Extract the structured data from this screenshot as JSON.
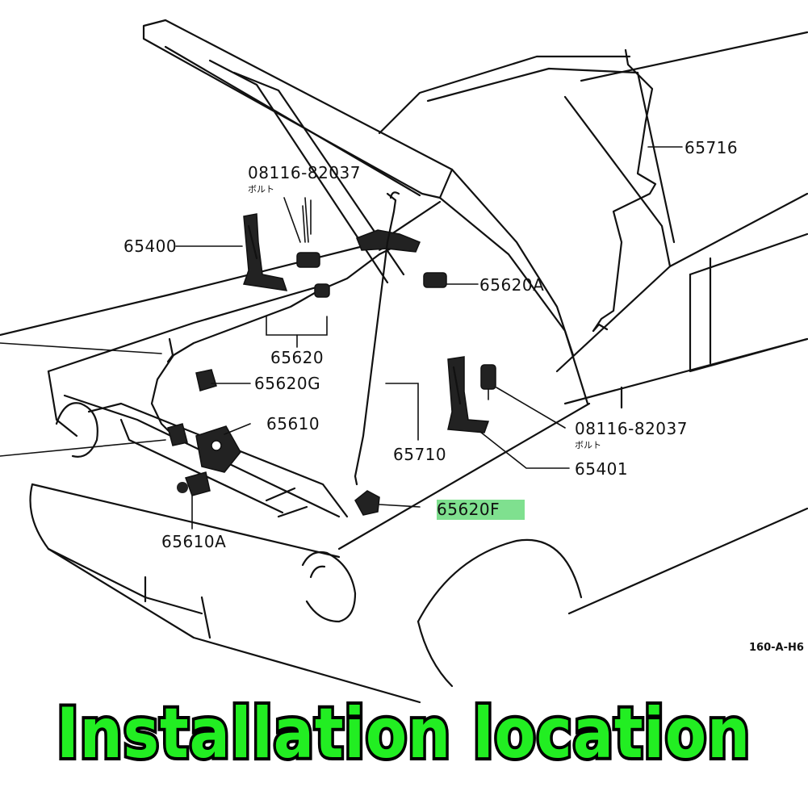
{
  "labels": {
    "part_65716": "65716",
    "bolt_top": "08116-82037",
    "bolt_top_jp": "ボルト",
    "part_65400": "65400",
    "part_65620A": "65620A",
    "part_65620": "65620",
    "part_65620G": "65620G",
    "part_65610": "65610",
    "part_65710": "65710",
    "bolt_right": "08116-82037",
    "bolt_right_jp": "ボルト",
    "part_65401": "65401",
    "part_65620F": "65620F",
    "part_65610A": "65610A",
    "diagram_code": "160-A-H6"
  },
  "caption": "Installation location",
  "colors": {
    "highlight": "#7fe08f",
    "caption_fill": "#22ee22",
    "caption_outline": "#000000"
  }
}
